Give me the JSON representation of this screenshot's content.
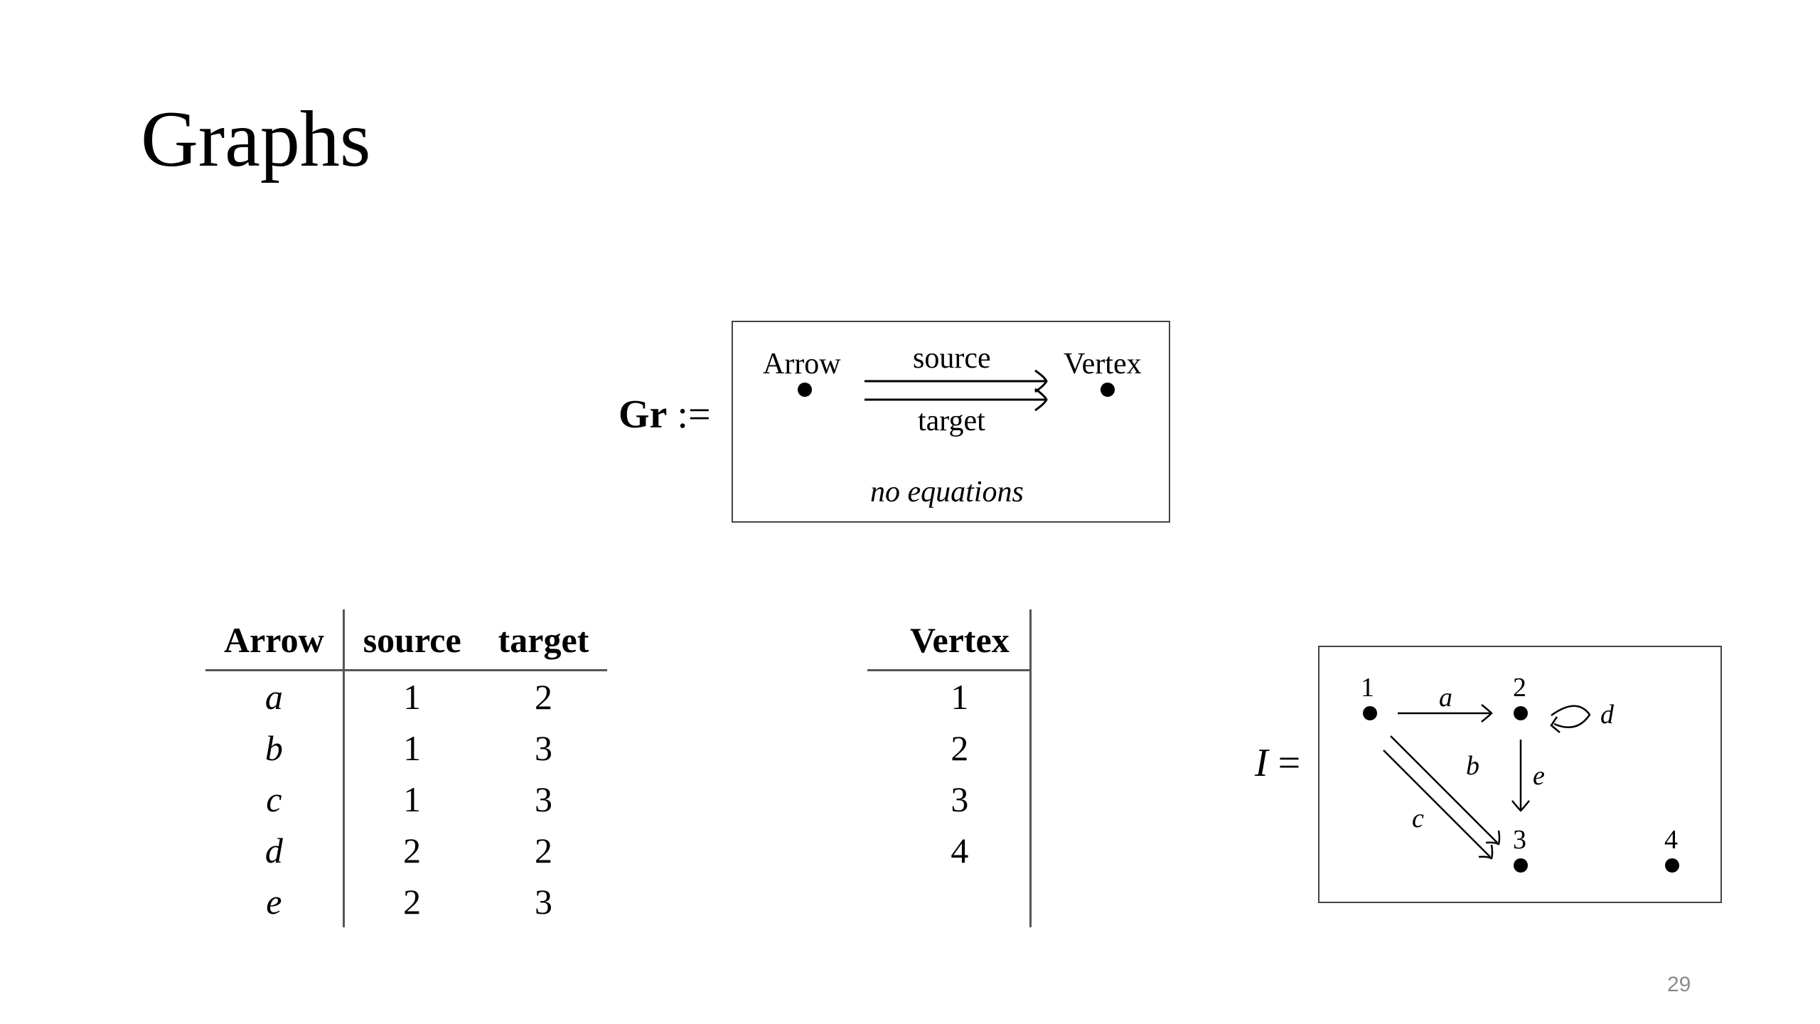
{
  "title": "Graphs",
  "schema": {
    "name": "Gr",
    "assign": ":=",
    "objects": [
      "Arrow",
      "Vertex"
    ],
    "morphisms": [
      "source",
      "target"
    ],
    "note": "no equations"
  },
  "arrow_table": {
    "headers": [
      "Arrow",
      "source",
      "target"
    ],
    "rows": [
      [
        "a",
        "1",
        "2"
      ],
      [
        "b",
        "1",
        "3"
      ],
      [
        "c",
        "1",
        "3"
      ],
      [
        "d",
        "2",
        "2"
      ],
      [
        "e",
        "2",
        "3"
      ]
    ]
  },
  "vertex_table": {
    "header": "Vertex",
    "rows": [
      "1",
      "2",
      "3",
      "4"
    ]
  },
  "instance": {
    "name": "I",
    "equals": "=",
    "vertices": [
      "1",
      "2",
      "3",
      "4"
    ],
    "edges": [
      "a",
      "b",
      "c",
      "d",
      "e"
    ]
  },
  "page_number": "29"
}
